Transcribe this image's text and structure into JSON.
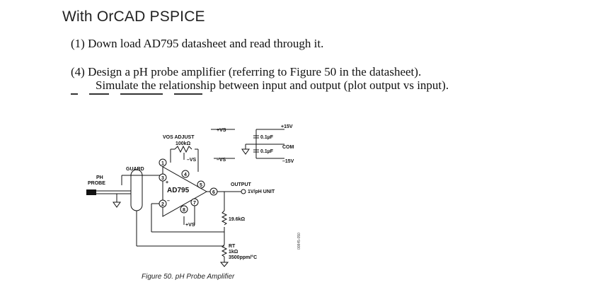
{
  "heading": "With OrCAD PSPICE",
  "items": {
    "item1": "(1) Down load AD795 datasheet and read through it.",
    "item4_line1": "(4) Design a pH probe amplifier (referring to Figure 50 in the datasheet).",
    "item4_line2": "Simulate the relationship between input and output (plot output vs input)."
  },
  "figure": {
    "caption": "Figure 50. pH Probe Amplifier",
    "side_id": "00845-050",
    "labels": {
      "vos_adjust": "VOS ADJUST",
      "pot": "100kΩ",
      "vs_pos_top": "+VS",
      "vs_neg_pin": "–VS",
      "vs_neg_rail": "–VS",
      "vs_pos_bottom": "+VS",
      "plus15": "+15V",
      "com": "COM",
      "minus15": "–15V",
      "cap1": "0.1µF",
      "cap2": "0.1µF",
      "guard": "GUARD",
      "ph_probe": "PH\nPROBE",
      "ph": "PH",
      "probe": "PROBE",
      "part": "AD795",
      "plus": "+",
      "minus": "–",
      "output": "OUTPUT",
      "output_unit": "1V/pH UNIT",
      "r1": "19.6kΩ",
      "rt": "RT",
      "rt_val": "1kΩ",
      "rt_tc": "3500ppm/°C",
      "pins": [
        "1",
        "2",
        "3",
        "4",
        "5",
        "6",
        "7",
        "8"
      ]
    }
  }
}
